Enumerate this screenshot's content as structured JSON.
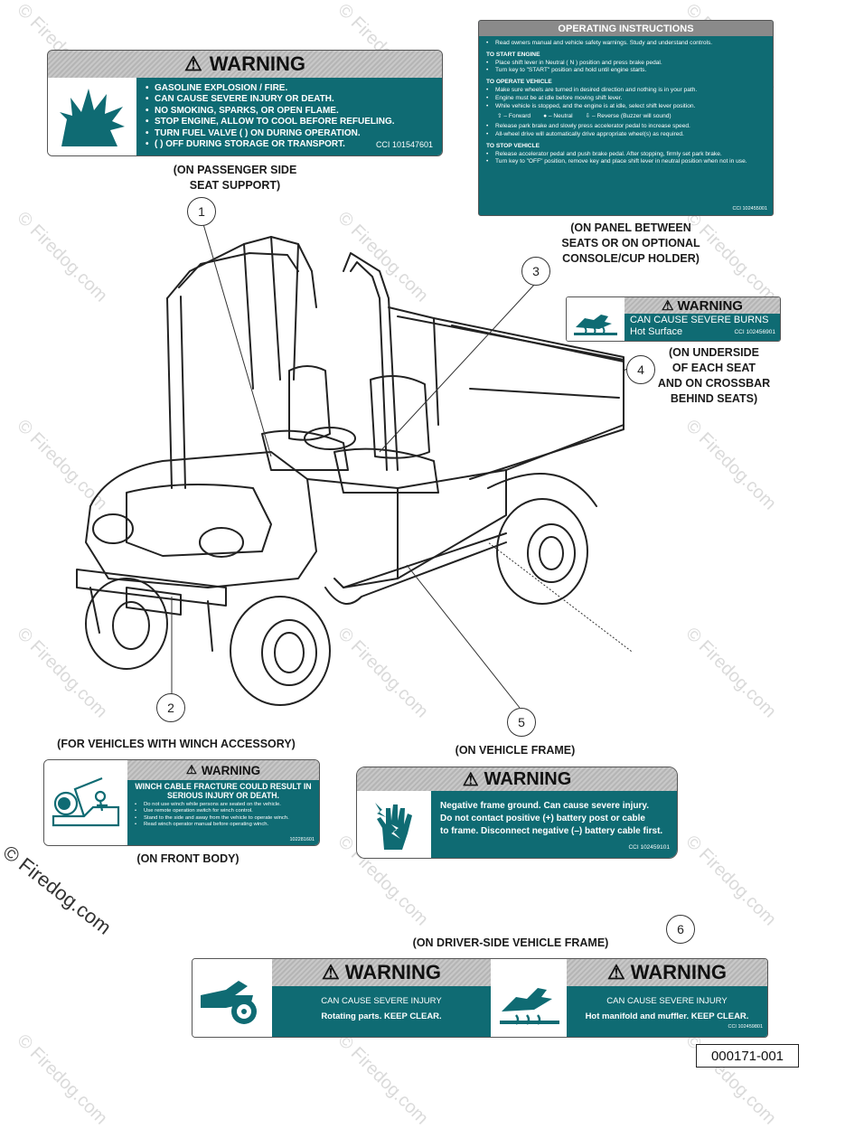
{
  "watermark": "© Firedog.com",
  "warning_fuel": {
    "title": "WARNING",
    "lines": [
      "GASOLINE EXPLOSION / FIRE.",
      "CAN CAUSE SEVERE INJURY OR DEATH.",
      "NO SMOKING, SPARKS, OR OPEN FLAME.",
      "STOP ENGINE, ALLOW TO COOL BEFORE REFUELING.",
      "TURN FUEL VALVE ( ) ON DURING OPERATION.",
      "( ) OFF DURING STORAGE OR TRANSPORT."
    ],
    "code": "CCI 101547601",
    "caption": "(ON PASSENGER SIDE\nSEAT SUPPORT)"
  },
  "operating": {
    "title": "OPERATING INSTRUCTIONS",
    "intro": "Read owners manual and vehicle safety warnings. Study and understand controls.",
    "start_head": "TO START ENGINE",
    "start_items": [
      "Place shift lever in Neutral ( N ) position and press brake pedal.",
      "Turn key to \"START\" position and hold until engine starts."
    ],
    "operate_head": "TO OPERATE VEHICLE",
    "operate_items": [
      "Make sure wheels are turned in desired direction and nothing is in your path.",
      "Engine must be at idle before moving shift lever.",
      "While vehicle is stopped, and the engine is at idle, select shift lever position."
    ],
    "dir_forward": "– Forward",
    "dir_neutral": "– Neutral",
    "dir_reverse": "– Reverse (Buzzer will sound)",
    "operate_items2": [
      "Release park brake and slowly press accelerator pedal to increase speed.",
      "All-wheel drive will automatically drive appropriate wheel(s) as required."
    ],
    "stop_head": "TO STOP VEHICLE",
    "stop_items": [
      "Release accelerator pedal and push brake pedal. After stopping, firmly set park brake.",
      "Turn key to \"OFF\" position, remove key and place shift lever in neutral position when not in use."
    ],
    "code": "CCI 102455001",
    "caption": "(ON PANEL BETWEEN\nSEATS OR ON OPTIONAL\nCONSOLE/CUP HOLDER)"
  },
  "warning_burns": {
    "title": "WARNING",
    "line1": "CAN CAUSE SEVERE BURNS",
    "line2": "Hot Surface",
    "code": "CCI 102456901",
    "caption": "(ON UNDERSIDE\nOF EACH SEAT\nAND ON CROSSBAR\nBEHIND SEATS)"
  },
  "warning_winch": {
    "title": "WARNING",
    "headline": "WINCH CABLE FRACTURE COULD RESULT IN SERIOUS INJURY OR DEATH.",
    "items": [
      "Do not use winch while persons are seated on the vehicle.",
      "Use remote operation switch for winch control.",
      "Stand to the side and away from the vehicle to operate winch.",
      "Read winch operator manual before operating winch."
    ],
    "code": "102281601",
    "caption_top": "(FOR VEHICLES WITH WINCH ACCESSORY)",
    "caption_bottom": "(ON FRONT BODY)"
  },
  "warning_frame": {
    "title": "WARNING",
    "lines": [
      "Negative frame ground. Can cause severe injury.",
      "Do not contact positive (+) battery post or cable",
      "to frame. Disconnect negative (–) battery cable first."
    ],
    "code": "CCI 102459101",
    "caption": "(ON VEHICLE FRAME)"
  },
  "warning_driver": {
    "caption": "(ON DRIVER-SIDE VEHICLE FRAME)",
    "left_title": "WARNING",
    "left_line1": "CAN CAUSE SEVERE INJURY",
    "left_line2": "Rotating parts. KEEP CLEAR.",
    "right_title": "WARNING",
    "right_line1": "CAN CAUSE SEVERE INJURY",
    "right_line2": "Hot manifold and muffler. KEEP CLEAR.",
    "code": "CCI 102459801"
  },
  "callouts": [
    "1",
    "2",
    "3",
    "4",
    "5",
    "6"
  ],
  "part_number": "000171-001",
  "colors": {
    "teal": "#0f6b73",
    "header_gray": "#bdbdbd"
  }
}
